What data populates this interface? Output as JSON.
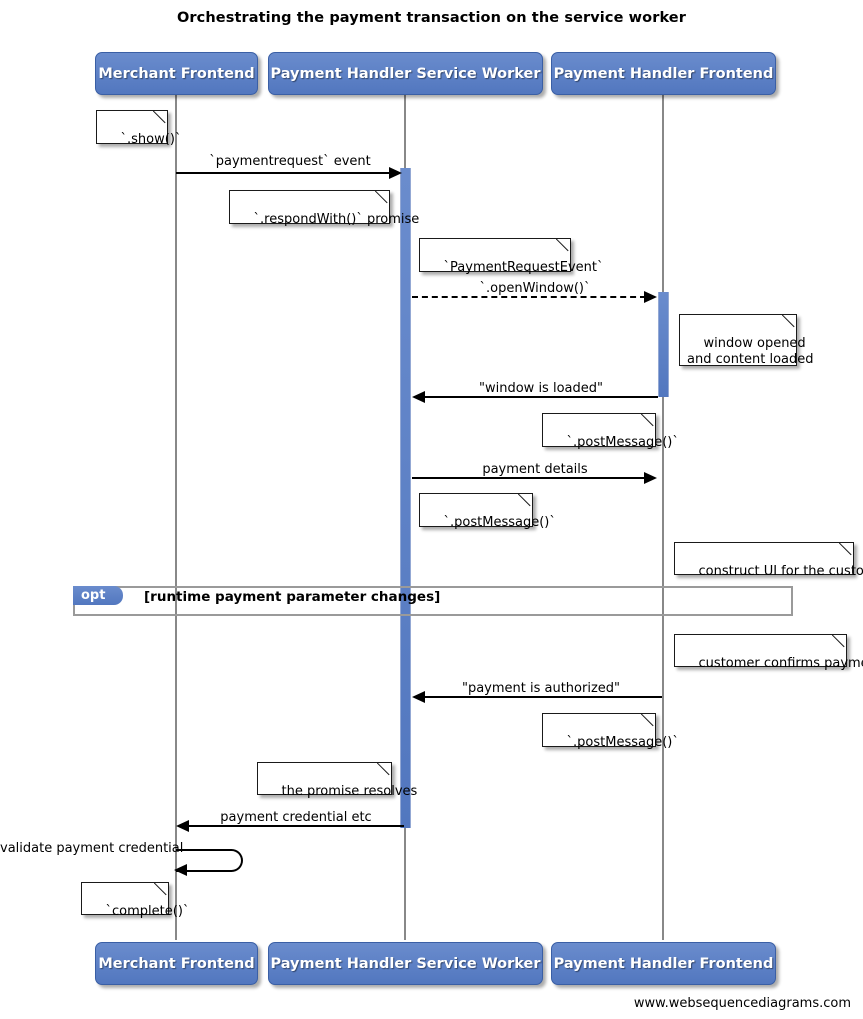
{
  "title": "Orchestrating the payment transaction on the service worker",
  "footer": "www.websequencediagrams.com",
  "colors": {
    "participant_fill": "#5b7fc4",
    "participant_border": "#3a5fa5",
    "participant_text": "#ffffff",
    "lifeline": "#888888",
    "activation_fill": "#5b7fc4",
    "note_fill": "#ffffff",
    "note_border": "#1a1a1a",
    "arrow": "#000000",
    "fragment_border": "#9a9a9a"
  },
  "participants": [
    {
      "id": "merchant-frontend",
      "label": "Merchant Frontend"
    },
    {
      "id": "payment-handler-service-worker",
      "label": "Payment Handler Service Worker"
    },
    {
      "id": "payment-handler-frontend",
      "label": "Payment Handler Frontend"
    }
  ],
  "participants_bottom": [
    {
      "id": "merchant-frontend",
      "label": "Merchant Frontend"
    },
    {
      "id": "payment-handler-service-worker",
      "label": "Payment Handler Service Worker"
    },
    {
      "id": "payment-handler-frontend",
      "label": "Payment Handler Frontend"
    }
  ],
  "messages": [
    {
      "id": "paymentrequest-event",
      "label": "`paymentrequest` event",
      "from": "merchant-frontend",
      "to": "payment-handler-service-worker",
      "style": "solid",
      "direction": "right"
    },
    {
      "id": "openwindow",
      "label": "`.openWindow()`",
      "from": "payment-handler-service-worker",
      "to": "payment-handler-frontend",
      "style": "dashed",
      "direction": "right"
    },
    {
      "id": "window-is-loaded",
      "label": "\"window is loaded\"",
      "from": "payment-handler-frontend",
      "to": "payment-handler-service-worker",
      "style": "solid",
      "direction": "left"
    },
    {
      "id": "payment-details",
      "label": "payment details",
      "from": "payment-handler-service-worker",
      "to": "payment-handler-frontend",
      "style": "solid",
      "direction": "right"
    },
    {
      "id": "payment-is-authorized",
      "label": "\"payment is authorized\"",
      "from": "payment-handler-frontend",
      "to": "payment-handler-service-worker",
      "style": "solid",
      "direction": "left"
    },
    {
      "id": "payment-credential-etc",
      "label": "payment credential etc",
      "from": "payment-handler-service-worker",
      "to": "merchant-frontend",
      "style": "solid",
      "direction": "left"
    },
    {
      "id": "validate-payment-credential",
      "label": "validate payment credential",
      "from": "merchant-frontend",
      "to": "merchant-frontend",
      "style": "self",
      "direction": "left"
    }
  ],
  "notes": [
    {
      "id": "note-show",
      "text": "`.show()`"
    },
    {
      "id": "note-respondwith-promise",
      "text": "`.respondWith()` promise"
    },
    {
      "id": "note-paymentrequestevent",
      "text": "`PaymentRequestEvent`"
    },
    {
      "id": "note-window-opened",
      "text": "window opened\nand content loaded"
    },
    {
      "id": "note-postmessage-1",
      "text": "`.postMessage()`"
    },
    {
      "id": "note-postmessage-2",
      "text": "`.postMessage()`"
    },
    {
      "id": "note-construct-ui",
      "text": "construct UI for the customer"
    },
    {
      "id": "note-customer-confirms",
      "text": "customer confirms payment"
    },
    {
      "id": "note-postmessage-3",
      "text": "`.postMessage()`"
    },
    {
      "id": "note-promise-resolves",
      "text": "the promise resolves"
    },
    {
      "id": "note-complete",
      "text": "`complete()`"
    }
  ],
  "fragment": {
    "id": "opt-fragment",
    "operator": "opt",
    "condition": "[runtime payment parameter changes]"
  }
}
